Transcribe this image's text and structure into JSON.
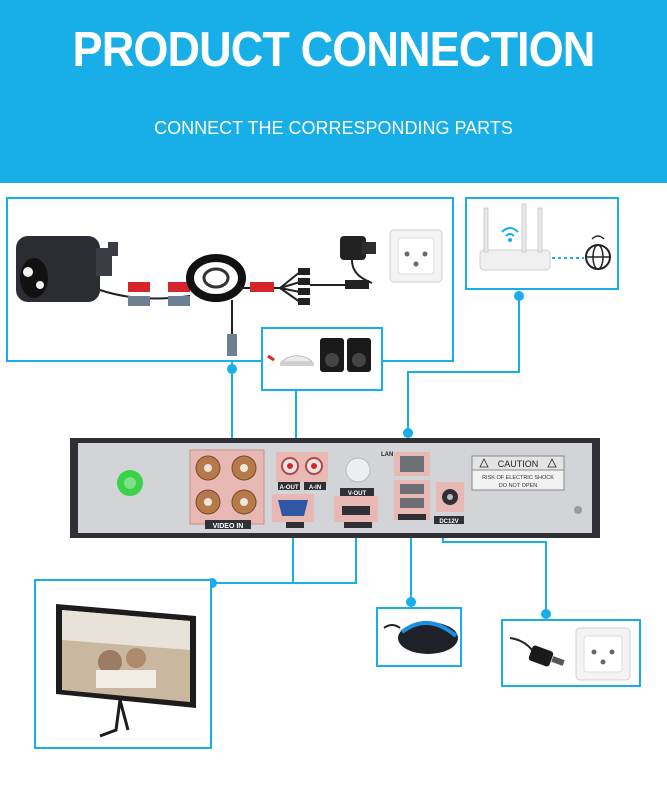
{
  "header": {
    "title": "PRODUCT CONNECTION",
    "subtitle": "CONNECT THE CORRESPONDING PARTS"
  },
  "dvr": {
    "port_labels": {
      "video_in": "VIDEO IN",
      "a_out": "A-OUT",
      "a_in": "A-IN",
      "v_out": "V-OUT",
      "lan": "LAN",
      "power": "DC12V"
    },
    "caution": {
      "title": "CAUTION",
      "line1": "RISK OF ELECTRIC SHOCK",
      "line2": "DO NOT OPEN"
    }
  },
  "colors": {
    "accent": "#18aee8",
    "panel": "#d2d4d8",
    "port_pink": "#e8b8b4",
    "connector_red": "#d7262b"
  },
  "icons": [
    "camera-icon",
    "cable-reel-icon",
    "power-adapter-icon",
    "wall-socket-icon",
    "router-icon",
    "globe-icon",
    "microphone-icon",
    "speaker-icon",
    "monitor-icon",
    "mouse-icon",
    "dc-plug-icon"
  ]
}
